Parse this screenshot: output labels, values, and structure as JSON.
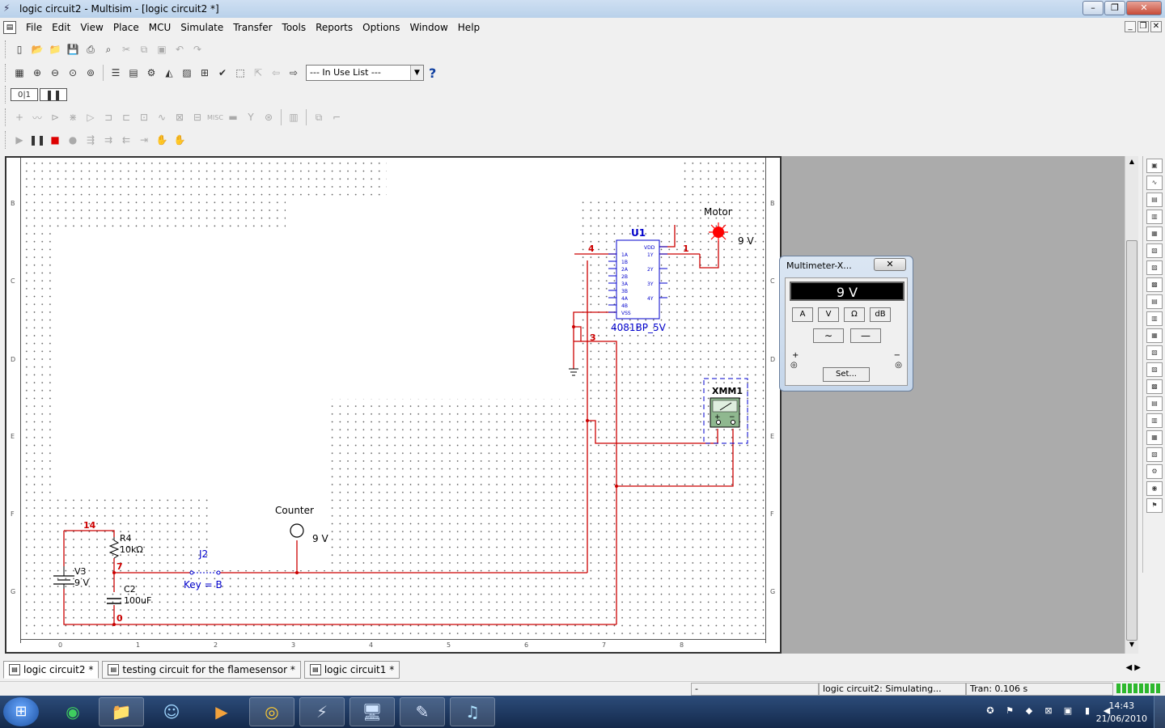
{
  "window": {
    "title": "logic circuit2 - Multisim - [logic circuit2 *]"
  },
  "menus": [
    "File",
    "Edit",
    "View",
    "Place",
    "MCU",
    "Simulate",
    "Transfer",
    "Tools",
    "Reports",
    "Options",
    "Window",
    "Help"
  ],
  "toolbar": {
    "in_use_list": "--- In Use List ---",
    "help": "?"
  },
  "schematic": {
    "motor_label": "Motor",
    "motor_voltage": "9 V",
    "u1_label": "U1",
    "u1_part": "4081BP_5V",
    "u1_pins": [
      "VDD",
      "1A",
      "1B",
      "1Y",
      "2A",
      "2B",
      "2Y",
      "3A",
      "3B",
      "3Y",
      "4A",
      "4B",
      "4Y",
      "VSS"
    ],
    "net4": "4",
    "net1": "1",
    "net3": "3",
    "net14": "14",
    "net7": "7",
    "net0": "0",
    "xmm1_label": "XMM1",
    "counter_label": "Counter",
    "counter_voltage": "9 V",
    "r4_label": "R4",
    "r4_value": "10kΩ",
    "j2_label": "J2",
    "j2_key": "Key = B",
    "v3_label": "V3",
    "v3_value": "9 V",
    "c2_label": "C2",
    "c2_value": "100uF",
    "ruler_rows": [
      "B",
      "C",
      "D",
      "E",
      "F",
      "G"
    ],
    "ruler_cols": [
      "0",
      "1",
      "2",
      "3",
      "4",
      "5",
      "6",
      "7",
      "8"
    ]
  },
  "multimeter": {
    "title": "Multimeter-X...",
    "close": "✕",
    "reading": "9 V",
    "modes": [
      "A",
      "V",
      "Ω",
      "dB"
    ],
    "set_label": "Set...",
    "plus": "+",
    "minus": "−"
  },
  "tabs": [
    {
      "label": "logic circuit2",
      "modified": "*"
    },
    {
      "label": "testing circuit for the flamesensor",
      "modified": "*"
    },
    {
      "label": "logic circuit1",
      "modified": "*"
    }
  ],
  "status": {
    "left": "-",
    "message": "logic circuit2: Simulating...",
    "tran": "Tran: 0.106 s"
  },
  "clock": {
    "time": "14:43",
    "date": "21/06/2010"
  },
  "colors": {
    "wire": "#cc0000",
    "component": "#0000cc",
    "probe_on": "#ff0000"
  }
}
